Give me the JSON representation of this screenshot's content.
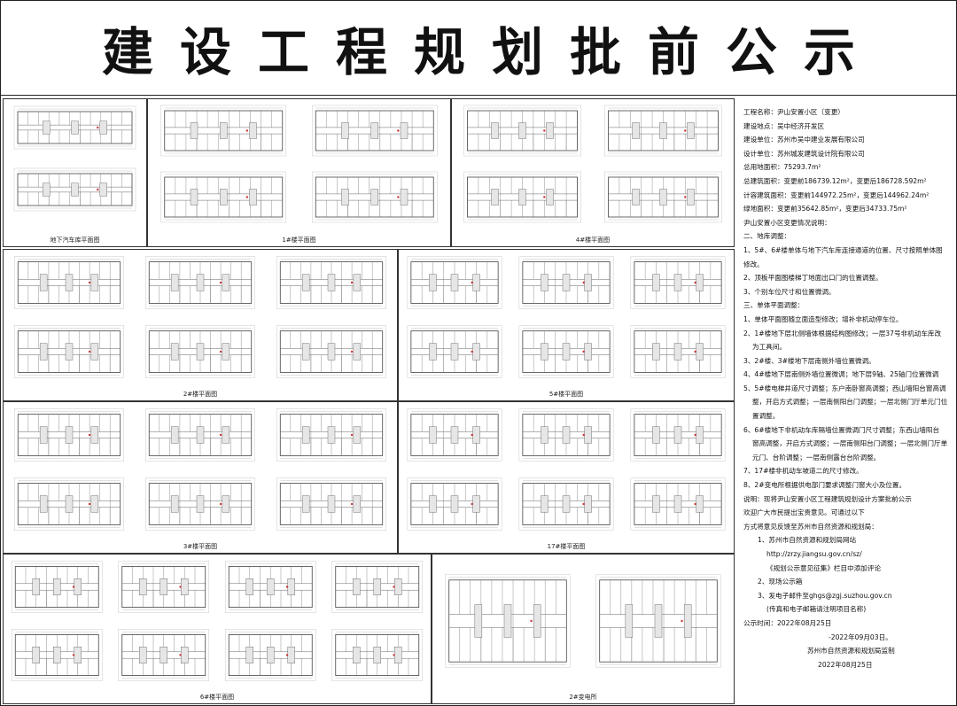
{
  "title": "建设工程规划批前公示",
  "panels": {
    "basement": "地下汽车库平面图",
    "b1": "1#楼平面图",
    "b4": "4#楼平面图",
    "b2": "2#楼平面图",
    "b5": "5#楼平面图",
    "b3": "3#楼平面图",
    "b17": "17#楼平面图",
    "b6": "6#楼平面图",
    "sub2": "2#变电所"
  },
  "info": {
    "project_name": "工程名称：尹山安置小区（变更）",
    "site": "建设地点：吴中经济开发区",
    "builder": "建设单位：苏州市吴中建业发展有限公司",
    "designer": "设计单位：苏州城发建筑设计院有限公司",
    "land_area": "总用地面积：75293.7m²",
    "total_area": "总建筑面积：变更前186739.12m²，变更后186728.592m²",
    "far_area": "计容建筑面积：变更前144972.25m²，变更后144962.24m²",
    "green_area": "绿地面积：变更前35642.85m²，变更后34733.75m²",
    "intro": "尹山安置小区变更情况说明：",
    "sec2": "二、地库调整：",
    "s2_1a": "1、5#、6#楼单体与地下汽车库连接通道的位置、尺寸按照单体图",
    "s2_1b": "修改。",
    "s2_2": "2、顶板平面图楼梯丁地面出口门的位置调整。",
    "s2_3": "3、个别车位尺寸和位置微调。",
    "sec3": "三、单体平面调整：",
    "s3_1": "1、单体平面图随立面造型修改；增补非机动停车位。",
    "s3_2a": "2、1#楼地下层北侧墙体根据结构图修改；一层37号非机动车库改",
    "s3_2b": "为工具间。",
    "s3_3": "3、2#楼、3#楼地下层南侧外墙位置微调。",
    "s3_4": "4、4#楼地下层南侧外墙位置微调；地下层9轴、25轴门位置微调",
    "s3_5a": "5、5#楼电梯井道尺寸调整；东户南卧窗高调整；西山墙阳台窗高调",
    "s3_5b": "整，开启方式调整；一层南侧阳台门调整；一层北侧门厅单元门位",
    "s3_5c": "置调整。",
    "s3_6a": "6、6#楼地下非机动车库隔墙位置微调门尺寸调整；东西山墙阳台",
    "s3_6b": "窗高调整，开启方式调整；一层南侧阳台门调整；一层北侧门厅单",
    "s3_6c": "元门、台阶调整；一层南侧露台台阶调整。",
    "s3_7": "7、17#楼非机动车坡道二的尺寸修改。",
    "s3_8": "8、2#变电所根据供电部门要求调整门窗大小及位置。",
    "note_a": "说明：现将尹山安置小区工程建筑规划设计方案批前公示",
    "note_b": "欢迎广大市民提出宝贵意见。可通过以下",
    "note_c": "方式将意见反馈至苏州市自然资源和规划局：",
    "m1": "1、苏州市自然资源和规划局网站",
    "m1_url": "http://zrzy.jiangsu.gov.cn/sz/",
    "m1_col": "《规划公示意见征集》栏目中添加评论",
    "m2": "2、现场公示箱",
    "m3": "3、发电子邮件至ghgs@zgj.suzhou.gov.cn",
    "m3_note": "(传真和电子邮箱请注明项目名称)",
    "period": "公示时间：2022年08月25日",
    "period_end": "-2022年09月03日。",
    "org": "苏州市自然资源和规划局监制",
    "date": "2022年08月25日"
  }
}
